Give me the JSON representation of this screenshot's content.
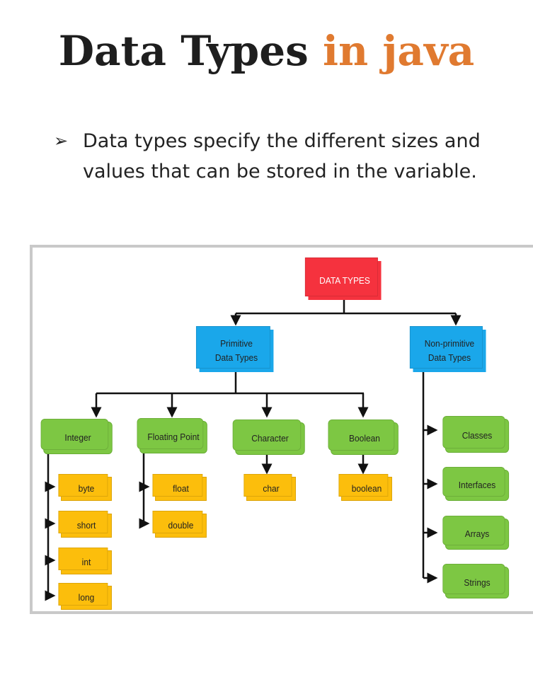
{
  "title": {
    "main": "Data Types",
    "accent": "in java"
  },
  "bullet": {
    "symbol": "➢",
    "text": "Data types specify the different sizes and values that can be stored in the variable."
  },
  "diagram": {
    "root": "DATA TYPES",
    "primitive": "Primitive Data Types",
    "non_primitive": "Non-primitive Data Types",
    "primitive_categories": [
      "Integer",
      "Floating Point",
      "Character",
      "Boolean"
    ],
    "integer_types": [
      "byte",
      "short",
      "int",
      "long"
    ],
    "floating_types": [
      "float",
      "double"
    ],
    "character_types": [
      "char"
    ],
    "boolean_types": [
      "boolean"
    ],
    "non_primitive_types": [
      "Classes",
      "Interfaces",
      "Arrays",
      "Strings"
    ]
  },
  "colors": {
    "accent": "#e07a30",
    "root": "#f5323e",
    "level1": "#1aa7ea",
    "category": "#7dc743",
    "leaf": "#fcbe0c"
  }
}
